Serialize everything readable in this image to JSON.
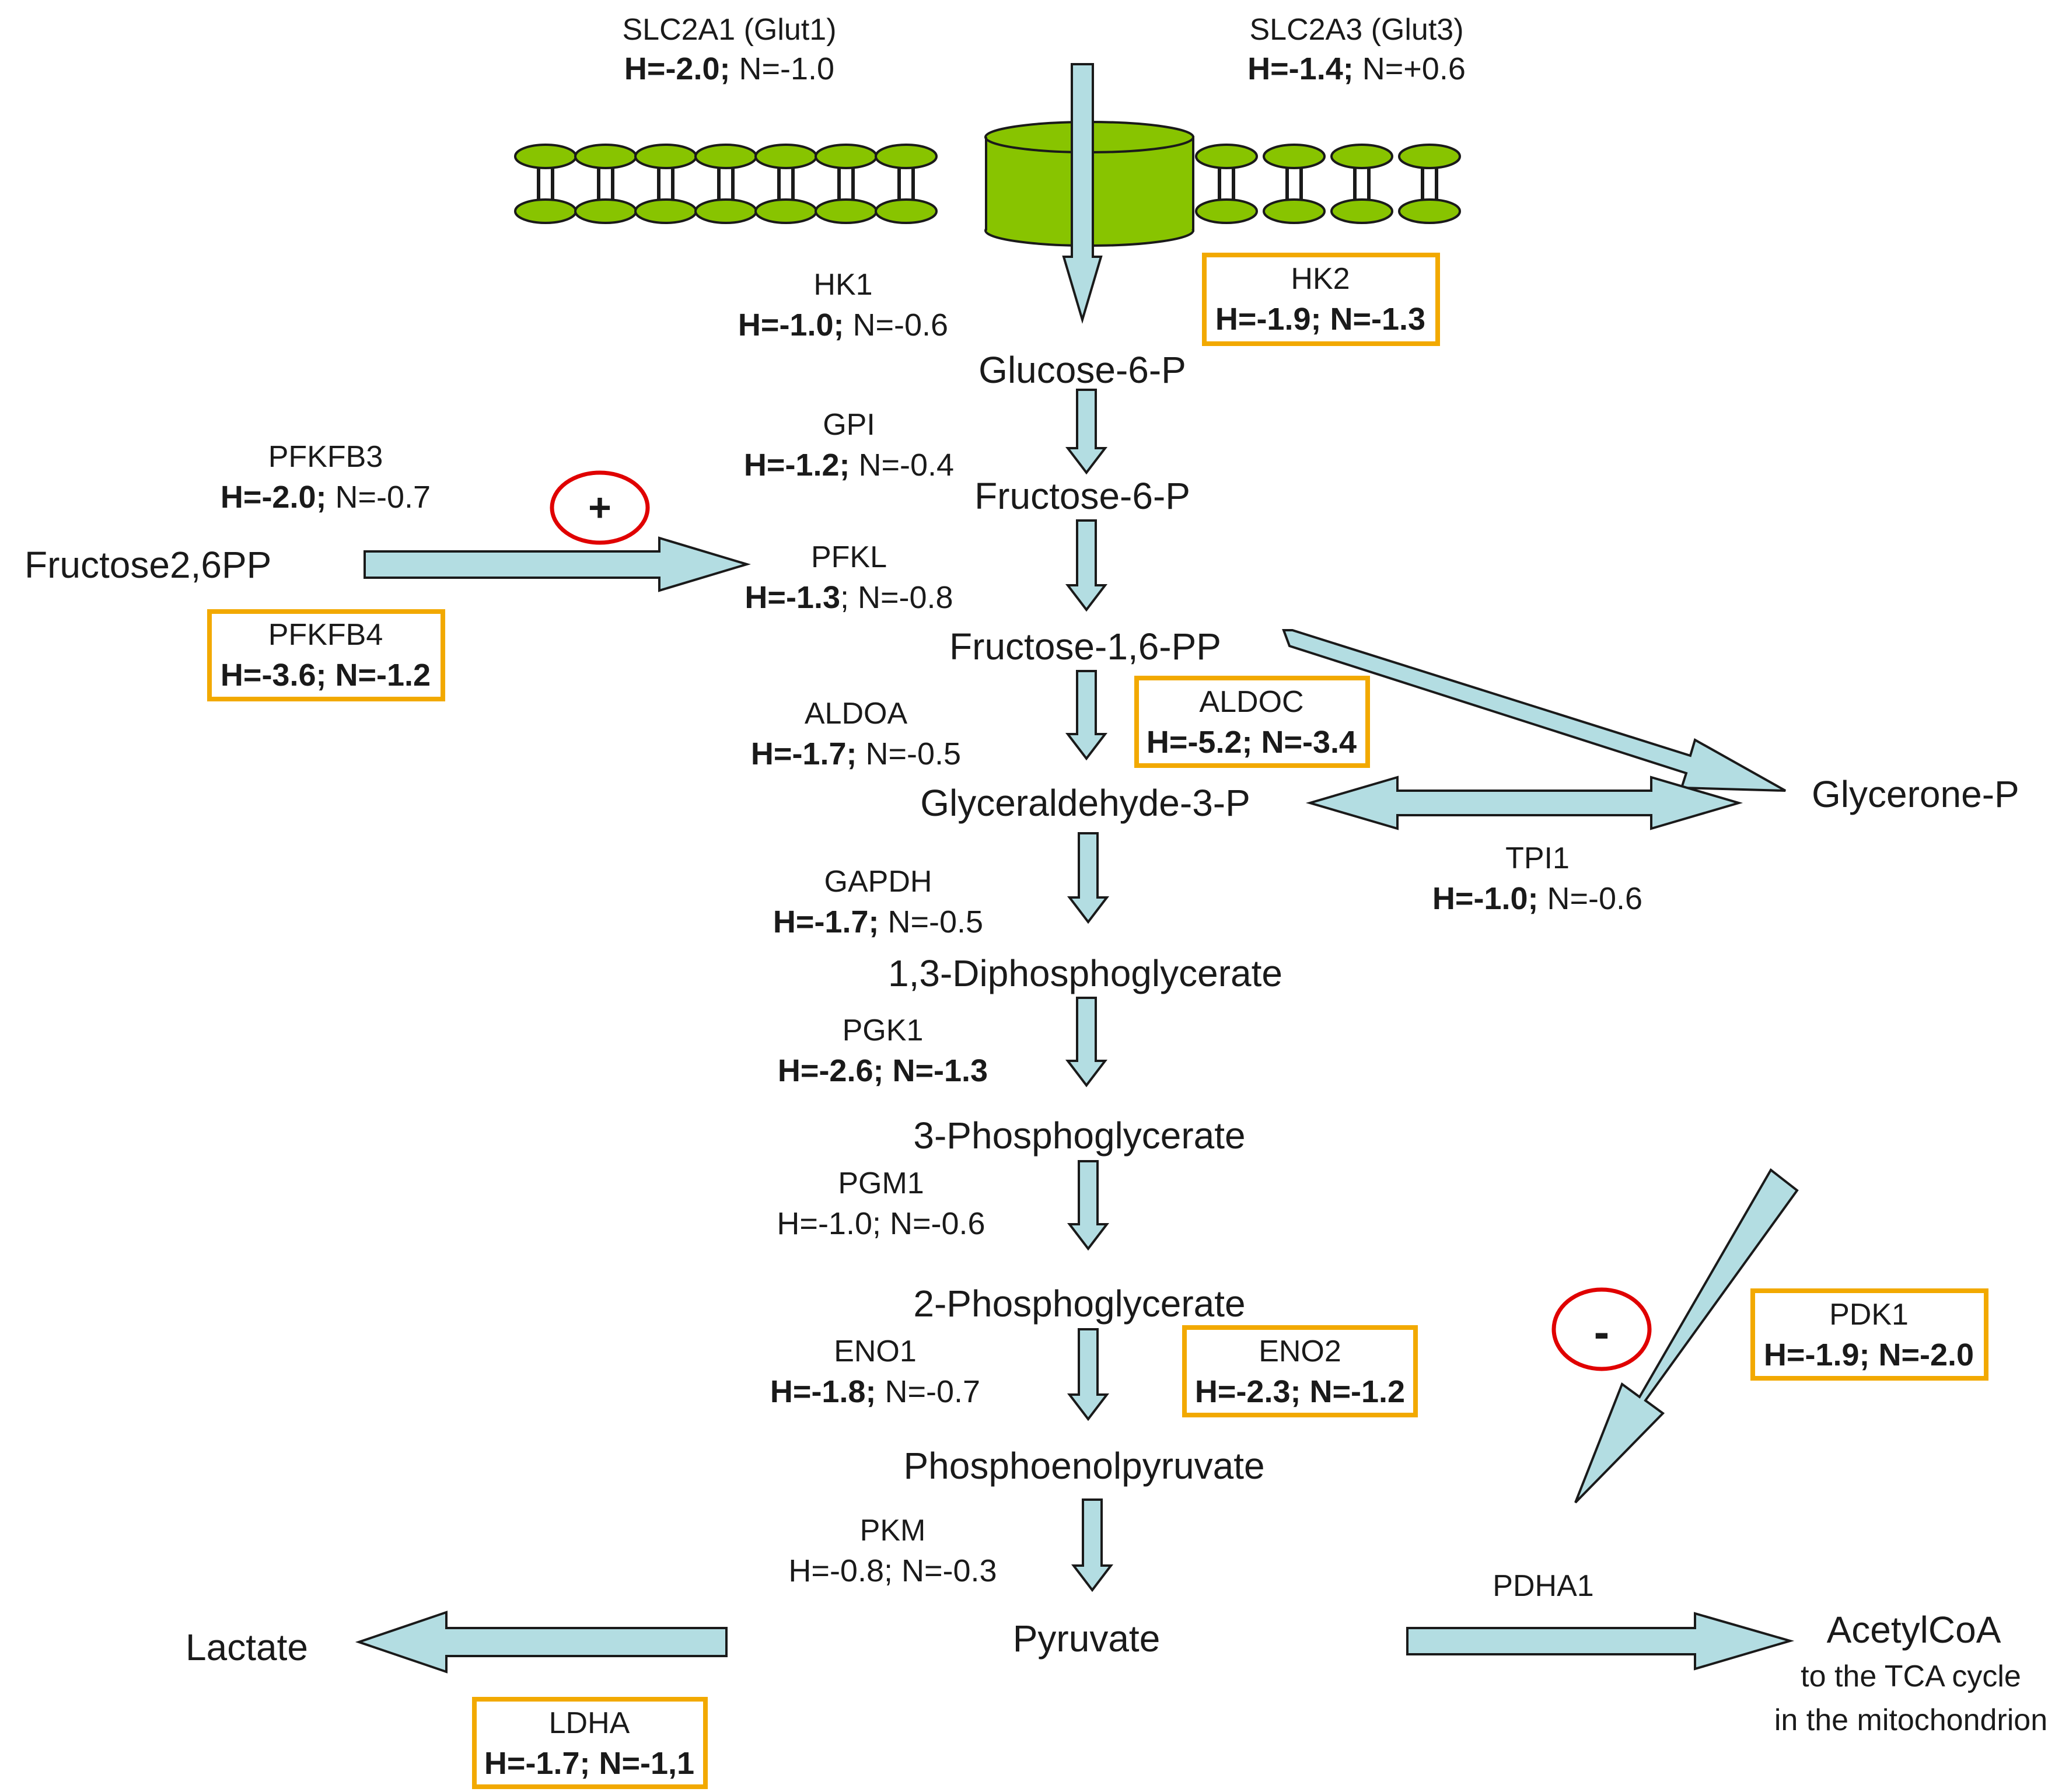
{
  "colors": {
    "arrow_fill": "#b3dde2",
    "arrow_stroke": "#1a1a1a",
    "membrane": "#88c400",
    "highlight_box": "#f2a900",
    "regulation_circle": "#e00000"
  },
  "transporters": [
    {
      "name": "SLC2A1 (Glut1)",
      "h": "H=-2.0;",
      "n": " N=-1.0",
      "h_bold": true,
      "n_bold": false
    },
    {
      "name": "SLC2A3 (Glut3)",
      "h": "H=-1.4;",
      "n": " N=+0.6",
      "h_bold": true,
      "n_bold": false
    }
  ],
  "metabolites": {
    "g6p": "Glucose-6-P",
    "f6p": "Fructose-6-P",
    "f16pp": "Fructose-1,6-PP",
    "f26pp": "Fructose2,6PP",
    "g3p": "Glyceraldehyde-3-P",
    "glycerone": "Glycerone-P",
    "dpg": "1,3-Diphosphoglycerate",
    "pg3": "3-Phosphoglycerate",
    "pg2": "2-Phosphoglycerate",
    "pep": "Phosphoenolpyruvate",
    "pyruvate": "Pyruvate",
    "lactate": "Lactate",
    "acetylcoa": "AcetylCoA",
    "acetylcoa_note1": "to the TCA cycle",
    "acetylcoa_note2": "in the mitochondrion"
  },
  "enzymes": {
    "hk1": {
      "name": "HK1",
      "h": "H=-1.0;",
      "n": " N=-0.6",
      "h_bold": true,
      "n_bold": false
    },
    "hk2": {
      "name": "HK2",
      "h": "H=-1.9;",
      "n": " N=-1.3",
      "h_bold": true,
      "n_bold": true
    },
    "gpi": {
      "name": "GPI",
      "h": "H=-1.2;",
      "n": " N=-0.4",
      "h_bold": true,
      "n_bold": false
    },
    "pfkfb3": {
      "name": "PFKFB3",
      "h": "H=-2.0;",
      "n": " N=-0.7",
      "h_bold": true,
      "n_bold": false
    },
    "pfkl": {
      "name": "PFKL",
      "h": "H=-1.3",
      "n": "; N=-0.8",
      "h_bold": true,
      "n_bold": false
    },
    "pfkfb4": {
      "name": "PFKFB4",
      "h": "H=-3.6;",
      "n": " N=-1.2",
      "h_bold": true,
      "n_bold": true
    },
    "aldoa": {
      "name": "ALDOA",
      "h": "H=-1.7;",
      "n": " N=-0.5",
      "h_bold": true,
      "n_bold": false
    },
    "aldoc": {
      "name": "ALDOC",
      "h": "H=-5.2;",
      "n": " N=-3.4",
      "h_bold": true,
      "n_bold": true
    },
    "tpi1": {
      "name": "TPI1",
      "h": "H=-1.0;",
      "n": " N=-0.6",
      "h_bold": true,
      "n_bold": false
    },
    "gapdh": {
      "name": "GAPDH",
      "h": "H=-1.7;",
      "n": " N=-0.5",
      "h_bold": true,
      "n_bold": false
    },
    "pgk1": {
      "name": "PGK1",
      "h": "H=-2.6;",
      "n": " N=-1.3",
      "h_bold": true,
      "n_bold": true
    },
    "pgm1": {
      "name": "PGM1",
      "h": "H=-1.0;",
      "n": " N=-0.6",
      "h_bold": false,
      "n_bold": false
    },
    "eno1": {
      "name": "ENO1",
      "h": "H=-1.8;",
      "n": " N=-0.7",
      "h_bold": true,
      "n_bold": false
    },
    "eno2": {
      "name": "ENO2",
      "h": "H=-2.3;",
      "n": " N=-1.2",
      "h_bold": true,
      "n_bold": true
    },
    "pkm": {
      "name": "PKM",
      "h": "H=-0.8;",
      "n": " N=-0.3",
      "h_bold": false,
      "n_bold": false
    },
    "ldha": {
      "name": "LDHA",
      "h": "H=-1.7;",
      "n": " N=-1,1",
      "h_bold": true,
      "n_bold": true
    },
    "pdk1": {
      "name": "PDK1",
      "h": "H=-1.9;",
      "n": " N=-2.0",
      "h_bold": true,
      "n_bold": true
    },
    "pdha1": {
      "name": "PDHA1"
    }
  },
  "regulation": {
    "activation": "+",
    "inhibition": "-"
  }
}
